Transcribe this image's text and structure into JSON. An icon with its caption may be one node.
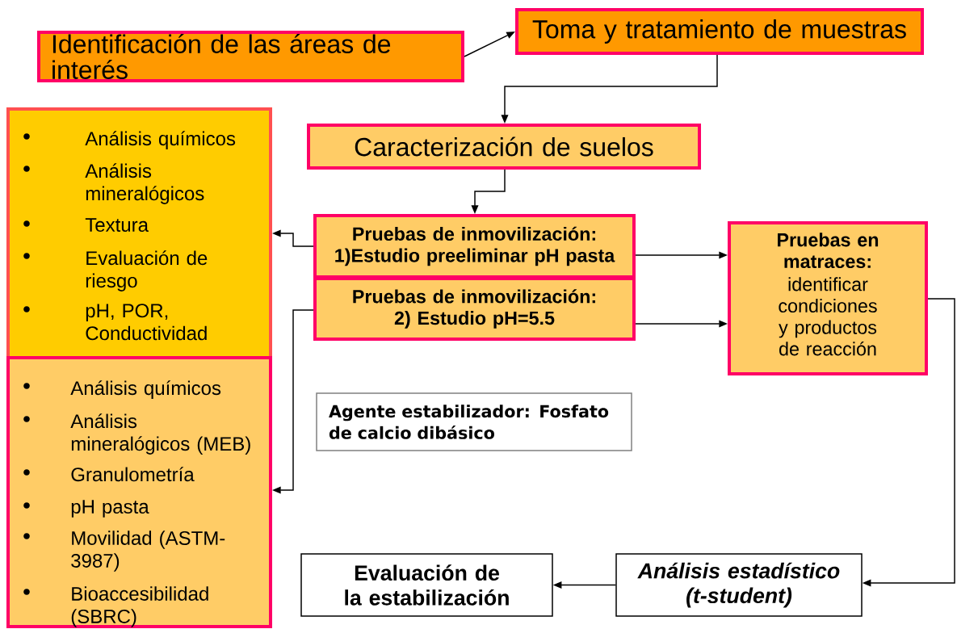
{
  "diagram": {
    "nodes": [
      {
        "text": [
          "Identificación de las áreas de interés"
        ]
      },
      {
        "text": [
          "Toma y tratamiento de muestras"
        ]
      },
      {
        "text": [
          "Caracterización de suelos"
        ]
      },
      {
        "text": [
          "Análisis químicos",
          "Análisis mineralógicos",
          "Textura",
          "Evaluación de riesgo",
          "pH, POR, Conductividad"
        ]
      },
      {
        "text": [
          "Análisis químicos",
          "Análisis mineralógicos (MEB)",
          "Granulometría",
          "pH pasta",
          "Movilidad (ASTM-3987)",
          "Bioaccesibilidad (SBRC)"
        ]
      },
      {
        "text": [
          "Pruebas de inmovilización: 1)Estudio preeliminar pH pasta"
        ]
      },
      {
        "text": [
          "Pruebas de inmovilización: 2) Estudio pH=5.5"
        ]
      },
      {
        "text": [
          "Pruebas en matraces:",
          "identificar condiciones y productos de reacción"
        ]
      },
      {
        "text": [
          "Agente estabilizador: Fosfato de calcio dibásico"
        ]
      },
      {
        "text": [
          "Evaluación de la estabilización"
        ]
      },
      {
        "text": [
          "Análisis estadístico (t-student)"
        ]
      }
    ],
    "edges": [
      {
        "from": 0,
        "to": 1,
        "arrow": "to"
      },
      {
        "from": 1,
        "to": 2,
        "arrow": "to"
      },
      {
        "from": 2,
        "to": 5,
        "arrow": "to"
      },
      {
        "from": 5,
        "to": 3,
        "arrow": "to"
      },
      {
        "from": 6,
        "to": 4,
        "arrow": "to"
      },
      {
        "from": 5,
        "to": 7,
        "arrow": "to"
      },
      {
        "from": 6,
        "to": 7,
        "arrow": "to"
      },
      {
        "from": 7,
        "to": 10,
        "arrow": "to"
      },
      {
        "from": 10,
        "to": 9,
        "arrow": "to"
      }
    ]
  }
}
